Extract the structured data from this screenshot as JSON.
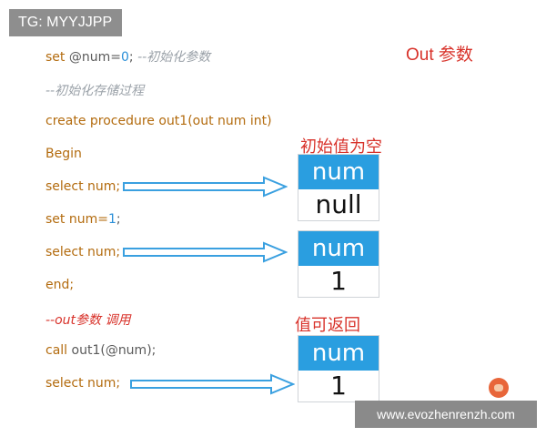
{
  "badge": {
    "text": "TG: MYYJJPP"
  },
  "title": "Out 参数",
  "code": {
    "line1": {
      "kw": "set",
      "var": "@num=",
      "num": "0",
      "end": ";",
      "comment": "--初始化参数"
    },
    "line2": {
      "comment": "--初始化存储过程"
    },
    "line3": {
      "text": "create procedure out1(out num int)"
    },
    "line4": {
      "text": "Begin"
    },
    "line5": {
      "text": "select num;"
    },
    "line6": {
      "kw": "set",
      "var": "num=",
      "num": "1",
      "end": ";"
    },
    "line7": {
      "text": "select num;"
    },
    "line8": {
      "text": "end;"
    },
    "line9": {
      "comment": "--out参数 调用"
    },
    "line10": {
      "kw": "call",
      "rest": "out1(@num);"
    },
    "line11": {
      "text": "select num;"
    }
  },
  "labels": {
    "init_null": "初始值为空",
    "return_value": "值可返回"
  },
  "boxes": [
    {
      "header": "num",
      "value": "null"
    },
    {
      "header": "num",
      "value": "1"
    },
    {
      "header": "num",
      "value": "1"
    }
  ],
  "watermark": "www.evozhenrenzh.com",
  "colors": {
    "header_blue": "#2a9ee0",
    "arrow_blue": "#3aa0e0",
    "accent_red": "#d8322a",
    "keyword_brown": "#b36b0e"
  }
}
